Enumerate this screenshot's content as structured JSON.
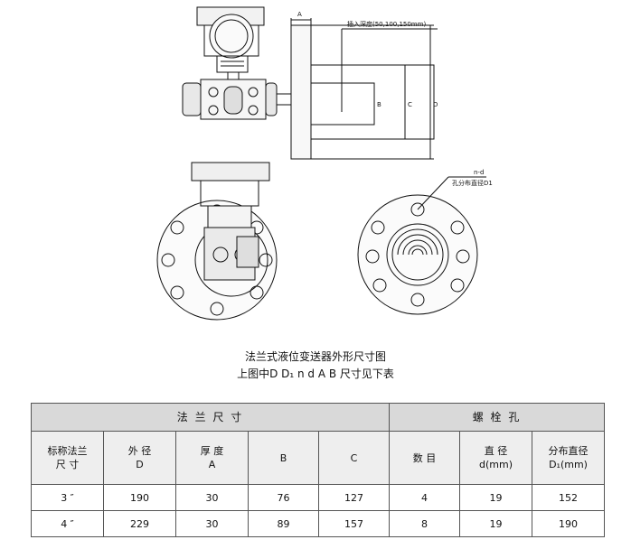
{
  "drawing": {
    "dims": {
      "a": "A",
      "insert_depth": "插入深度(50,100,150mm)",
      "b": "B",
      "c": "C",
      "d": "D",
      "nd": "n-d",
      "hole_circle": "孔分布直径D1"
    }
  },
  "caption": {
    "line1": "法兰式液位变送器外形尺寸图",
    "line2": "上图中D D₁ n d A B 尺寸见下表"
  },
  "table": {
    "group_flange": "法 兰 尺 寸",
    "group_bolt": "螺 栓 孔",
    "headers": [
      "标称法兰\n尺    寸",
      "外  径\nD",
      "厚  度\nA",
      "B",
      "C",
      "数 目",
      "直  径\nd(mm)",
      "分布直径\nD₁(mm)"
    ],
    "rows": [
      [
        "3 ″",
        "190",
        "30",
        "76",
        "127",
        "4",
        "19",
        "152"
      ],
      [
        "4 ″",
        "229",
        "30",
        "89",
        "157",
        "8",
        "19",
        "190"
      ]
    ]
  }
}
